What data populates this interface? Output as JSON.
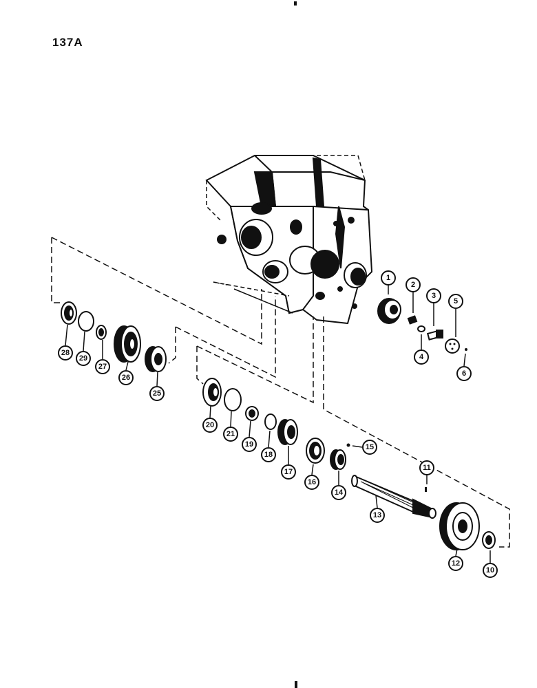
{
  "page_code": "137A",
  "parts": [
    {
      "number": "1"
    },
    {
      "number": "2"
    },
    {
      "number": "3"
    },
    {
      "number": "4"
    },
    {
      "number": "5"
    },
    {
      "number": "6"
    },
    {
      "number": "10"
    },
    {
      "number": "11"
    },
    {
      "number": "12"
    },
    {
      "number": "13"
    },
    {
      "number": "14"
    },
    {
      "number": "15"
    },
    {
      "number": "16"
    },
    {
      "number": "17"
    },
    {
      "number": "18"
    },
    {
      "number": "19"
    },
    {
      "number": "20"
    },
    {
      "number": "21"
    },
    {
      "number": "25"
    },
    {
      "number": "26"
    },
    {
      "number": "27"
    },
    {
      "number": "28"
    },
    {
      "number": "29"
    }
  ]
}
